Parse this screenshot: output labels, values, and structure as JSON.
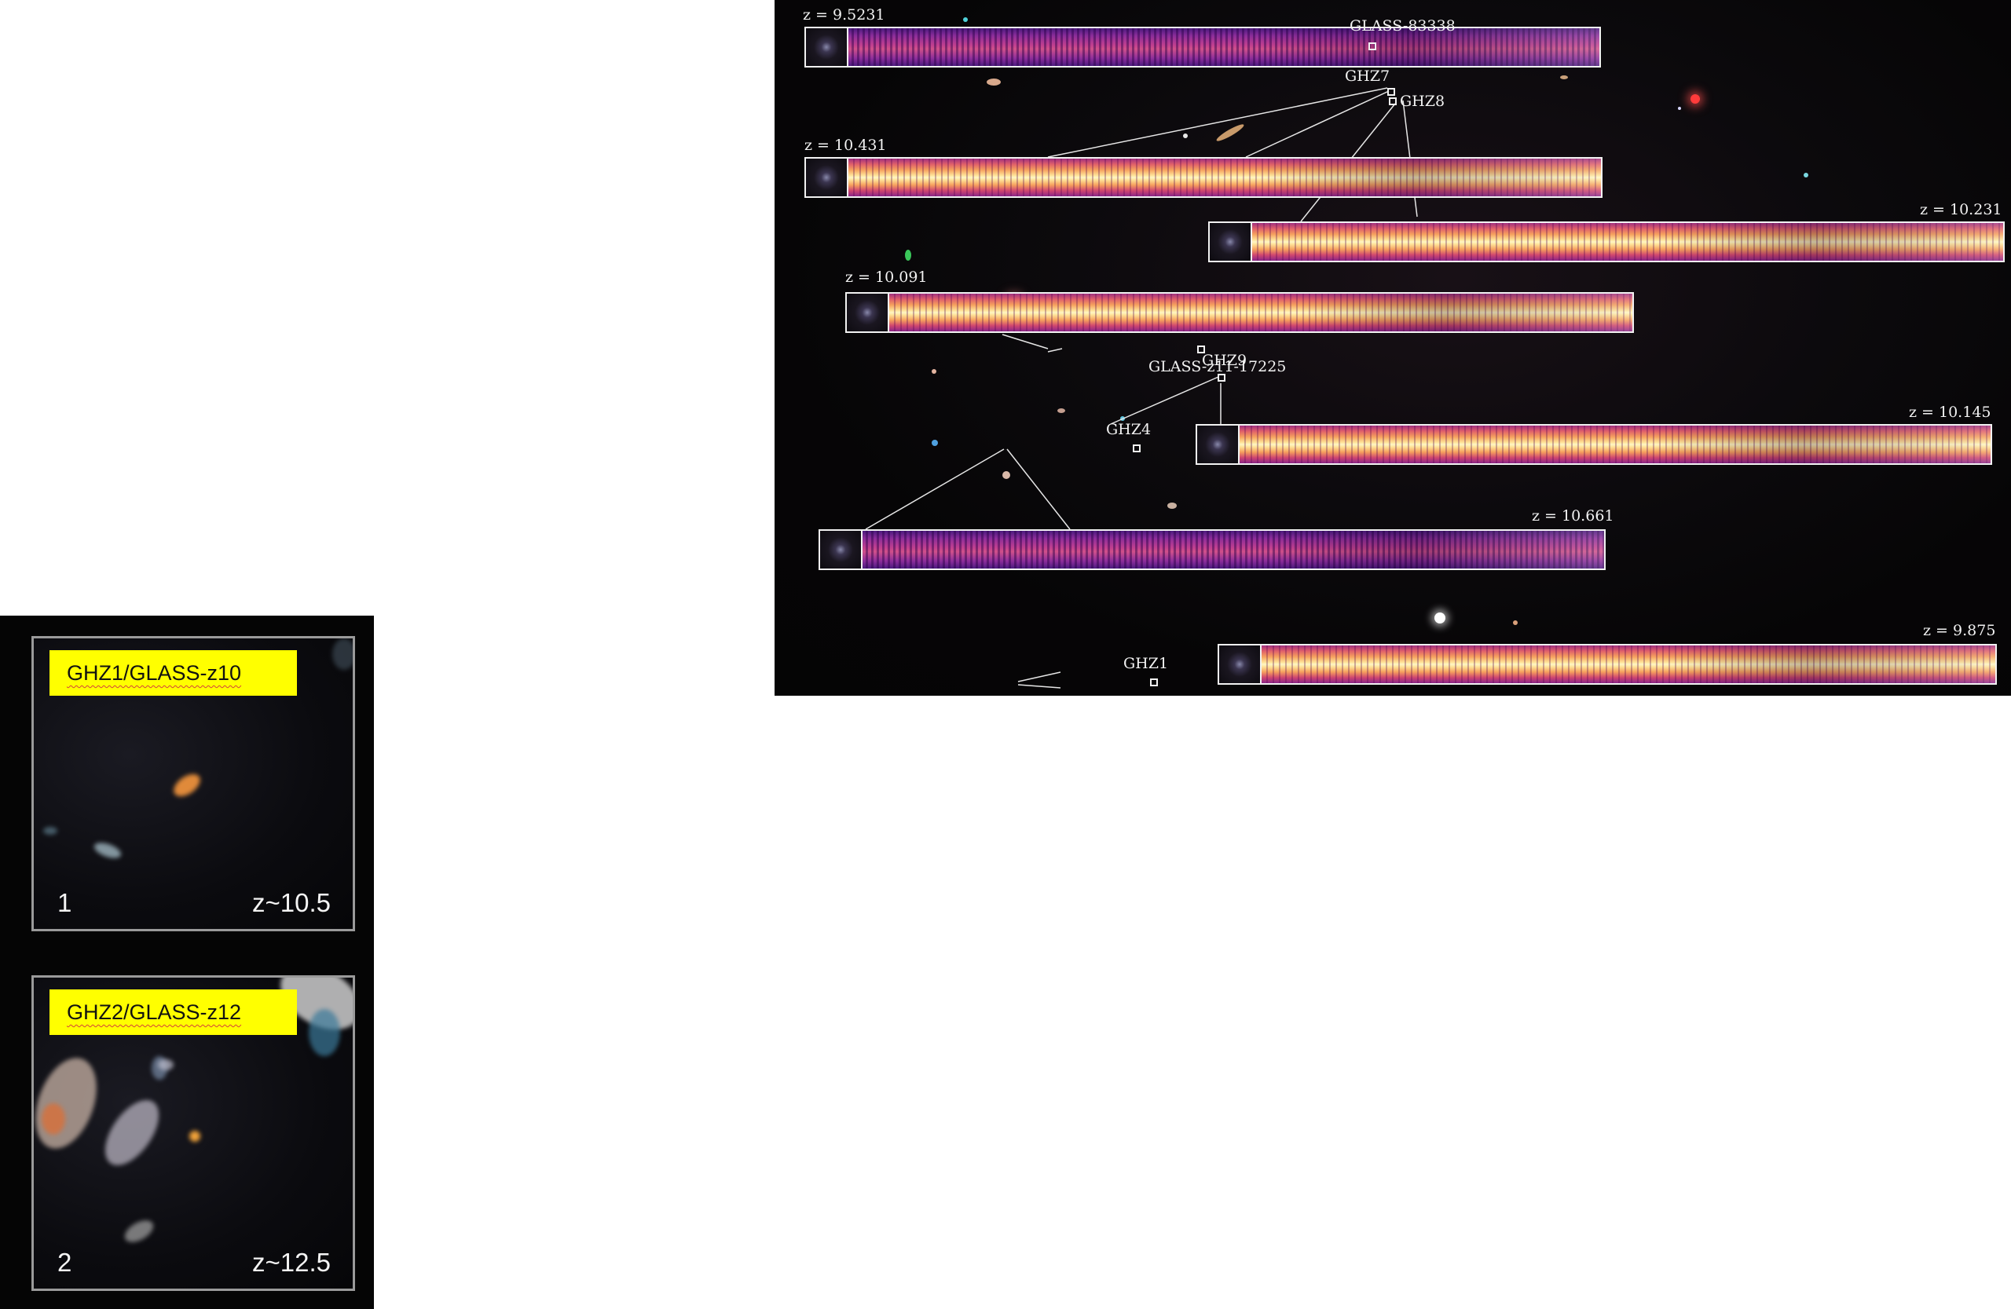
{
  "left_panel": {
    "cutouts": [
      {
        "label": "GHZ1/GLASS-z10",
        "number": "1",
        "redshift": "z~10.5"
      },
      {
        "label": "GHZ2/GLASS-z12",
        "number": "2",
        "redshift": "z~12.5"
      }
    ]
  },
  "right_panel": {
    "spectra": [
      {
        "z": "z = 9.5231"
      },
      {
        "z": "z = 10.431"
      },
      {
        "z": "z = 10.231"
      },
      {
        "z": "z = 10.091"
      },
      {
        "z": "z = 10.145"
      },
      {
        "z": "z = 10.661"
      },
      {
        "z": "z = 9.875"
      }
    ],
    "sources": [
      {
        "name": "GLASS-83338"
      },
      {
        "name": "GHZ7"
      },
      {
        "name": "GHZ8"
      },
      {
        "name": "GLASS-z11-17225"
      },
      {
        "name": "GHZ9"
      },
      {
        "name": "GHZ4"
      },
      {
        "name": "GHZ1"
      }
    ]
  },
  "colors": {
    "label_bg": "#ffff00",
    "frame": "#f2f2f2",
    "background": "#050505"
  }
}
